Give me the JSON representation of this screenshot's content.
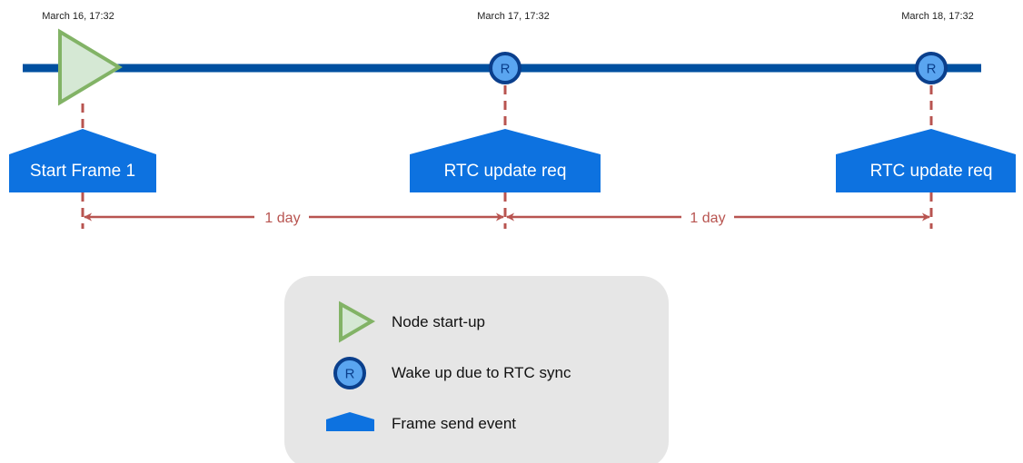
{
  "colors": {
    "timeline": "#0050a0",
    "connector": "#b85450",
    "startup_fill": "#d5e8d4",
    "startup_stroke": "#82b366",
    "rtc_fill": "#5aa5f0",
    "rtc_stroke": "#0a3f8c",
    "frame_event": "#0d72e0",
    "legend_bg": "#e6e6e6"
  },
  "dates": [
    "March 16, 17:32",
    "March 17, 17:32",
    "March 18, 17:32"
  ],
  "events": [
    {
      "marker": "triangle-icon",
      "label": "Start Frame 1"
    },
    {
      "marker": "rtc-icon",
      "marker_letter": "R",
      "label": "RTC update req"
    },
    {
      "marker": "rtc-icon",
      "marker_letter": "R",
      "label": "RTC update req"
    }
  ],
  "spans": [
    {
      "label": "1 day"
    },
    {
      "label": "1 day"
    }
  ],
  "legend": {
    "items": [
      {
        "icon": "triangle-icon",
        "label": "Node start-up"
      },
      {
        "icon": "rtc-icon",
        "icon_letter": "R",
        "label": "Wake up due to RTC sync"
      },
      {
        "icon": "frame-send-icon",
        "label": "Frame send event"
      }
    ]
  }
}
